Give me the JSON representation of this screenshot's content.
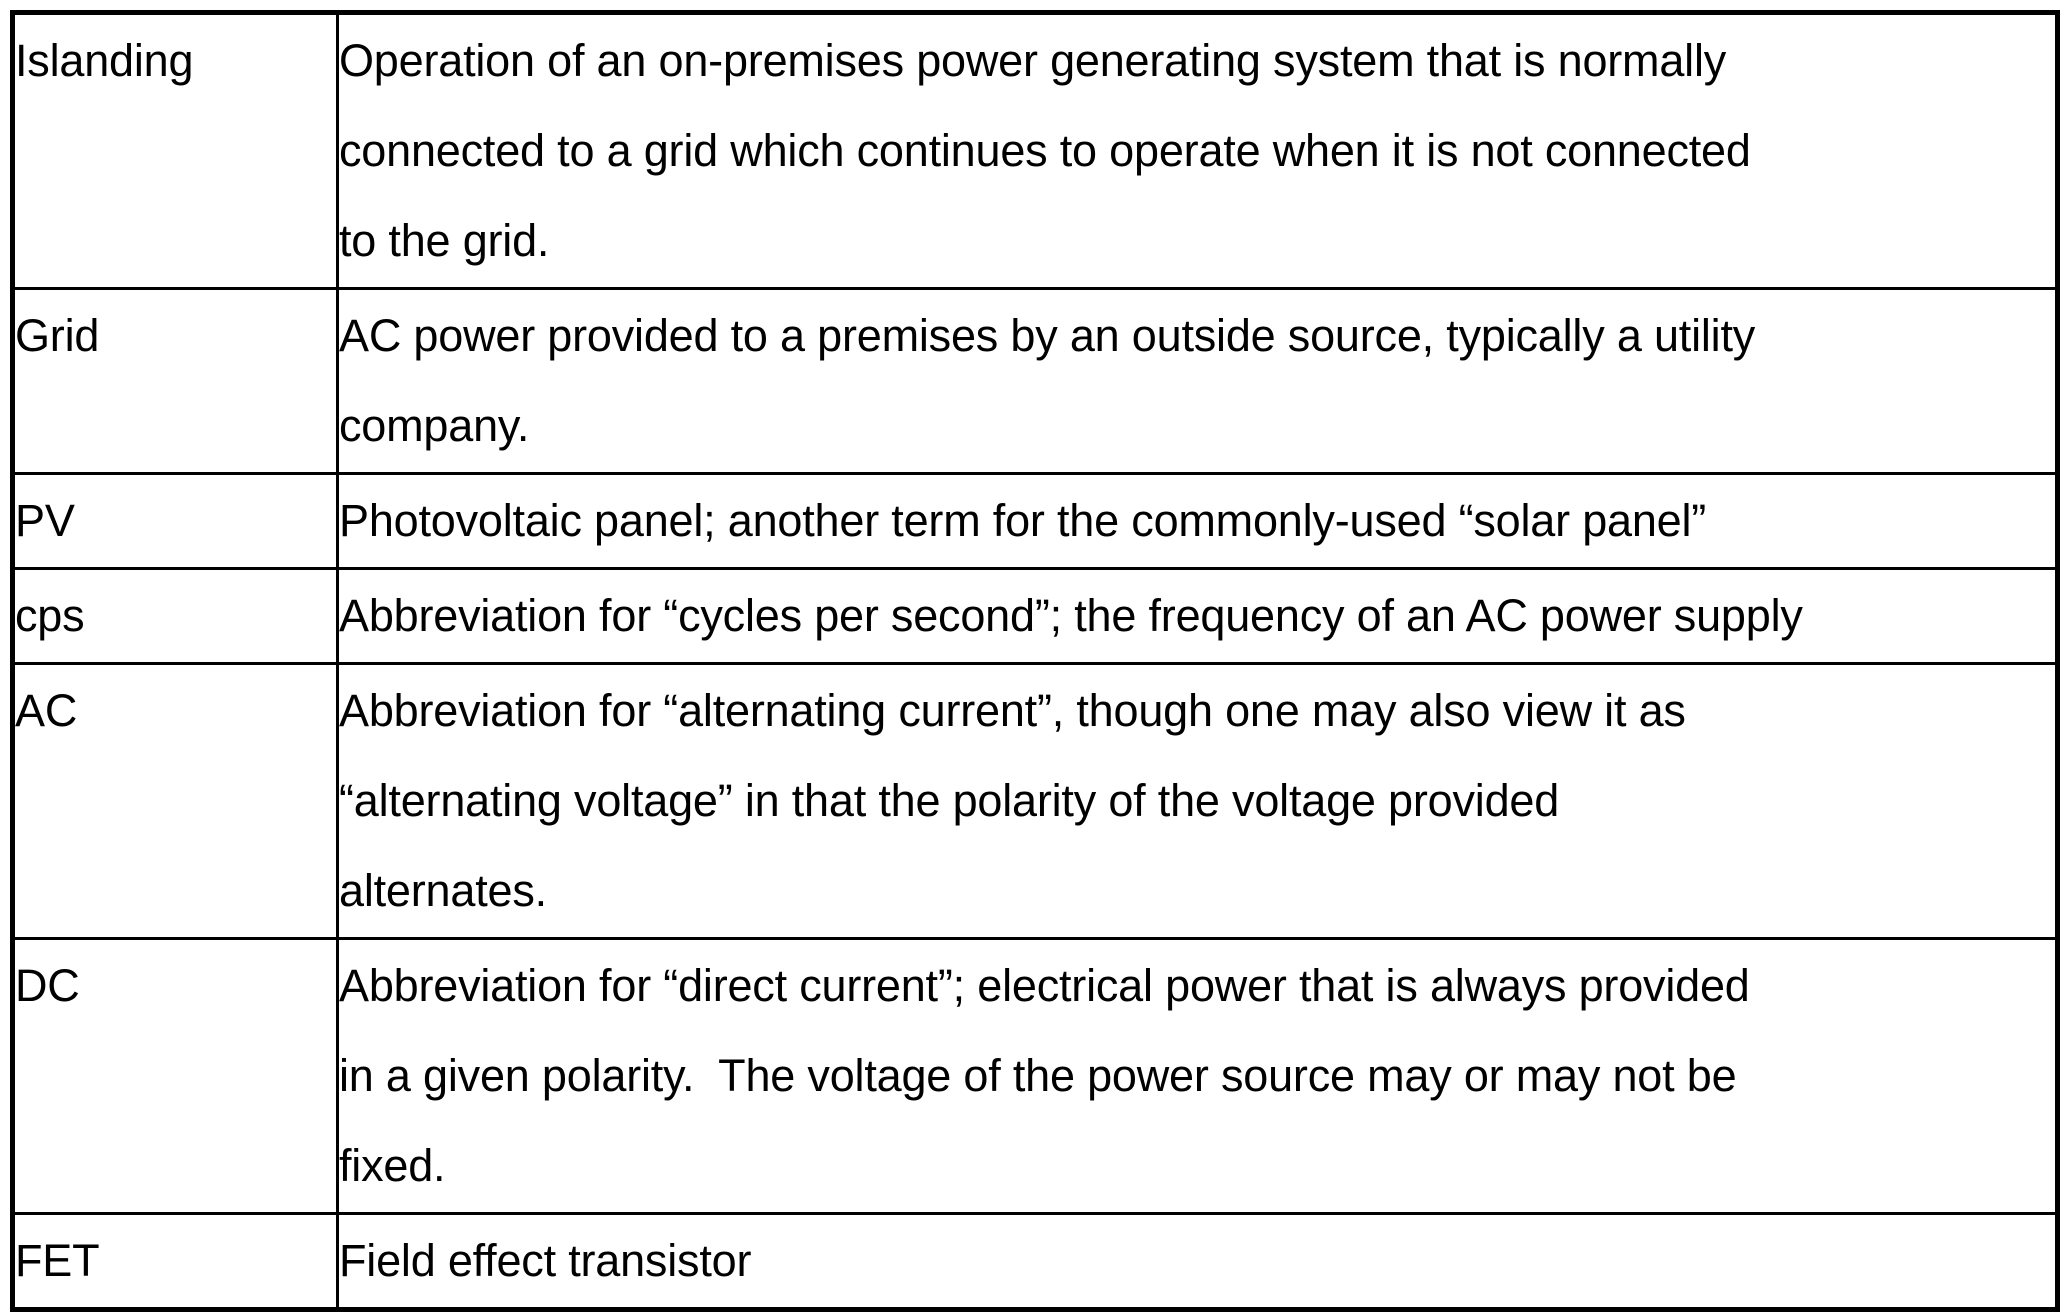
{
  "colors": {
    "text": "#000000",
    "border": "#000000",
    "background": "#ffffff"
  },
  "glossary": {
    "rows": [
      {
        "term": "Islanding",
        "definition": "Operation of an on-premises power generating system that is normally\nconnected to a grid which continues to operate when it is not connected\nto the grid."
      },
      {
        "term": "Grid",
        "definition": "AC power provided to a premises by an outside source, typically a utility\ncompany."
      },
      {
        "term": "PV",
        "definition": "Photovoltaic panel; another term for the commonly-used “solar panel”"
      },
      {
        "term": "cps",
        "definition": "Abbreviation for “cycles per second”; the frequency of an AC power supply"
      },
      {
        "term": "AC",
        "definition": "Abbreviation for “alternating current”, though one may also view it as\n“alternating voltage” in that the polarity of the voltage provided\nalternates."
      },
      {
        "term": "DC",
        "definition": "Abbreviation for “direct current”; electrical power that is always provided\nin a given polarity.  The voltage of the power source may or may not be\nfixed."
      },
      {
        "term": "FET",
        "definition": "Field effect transistor"
      }
    ]
  }
}
